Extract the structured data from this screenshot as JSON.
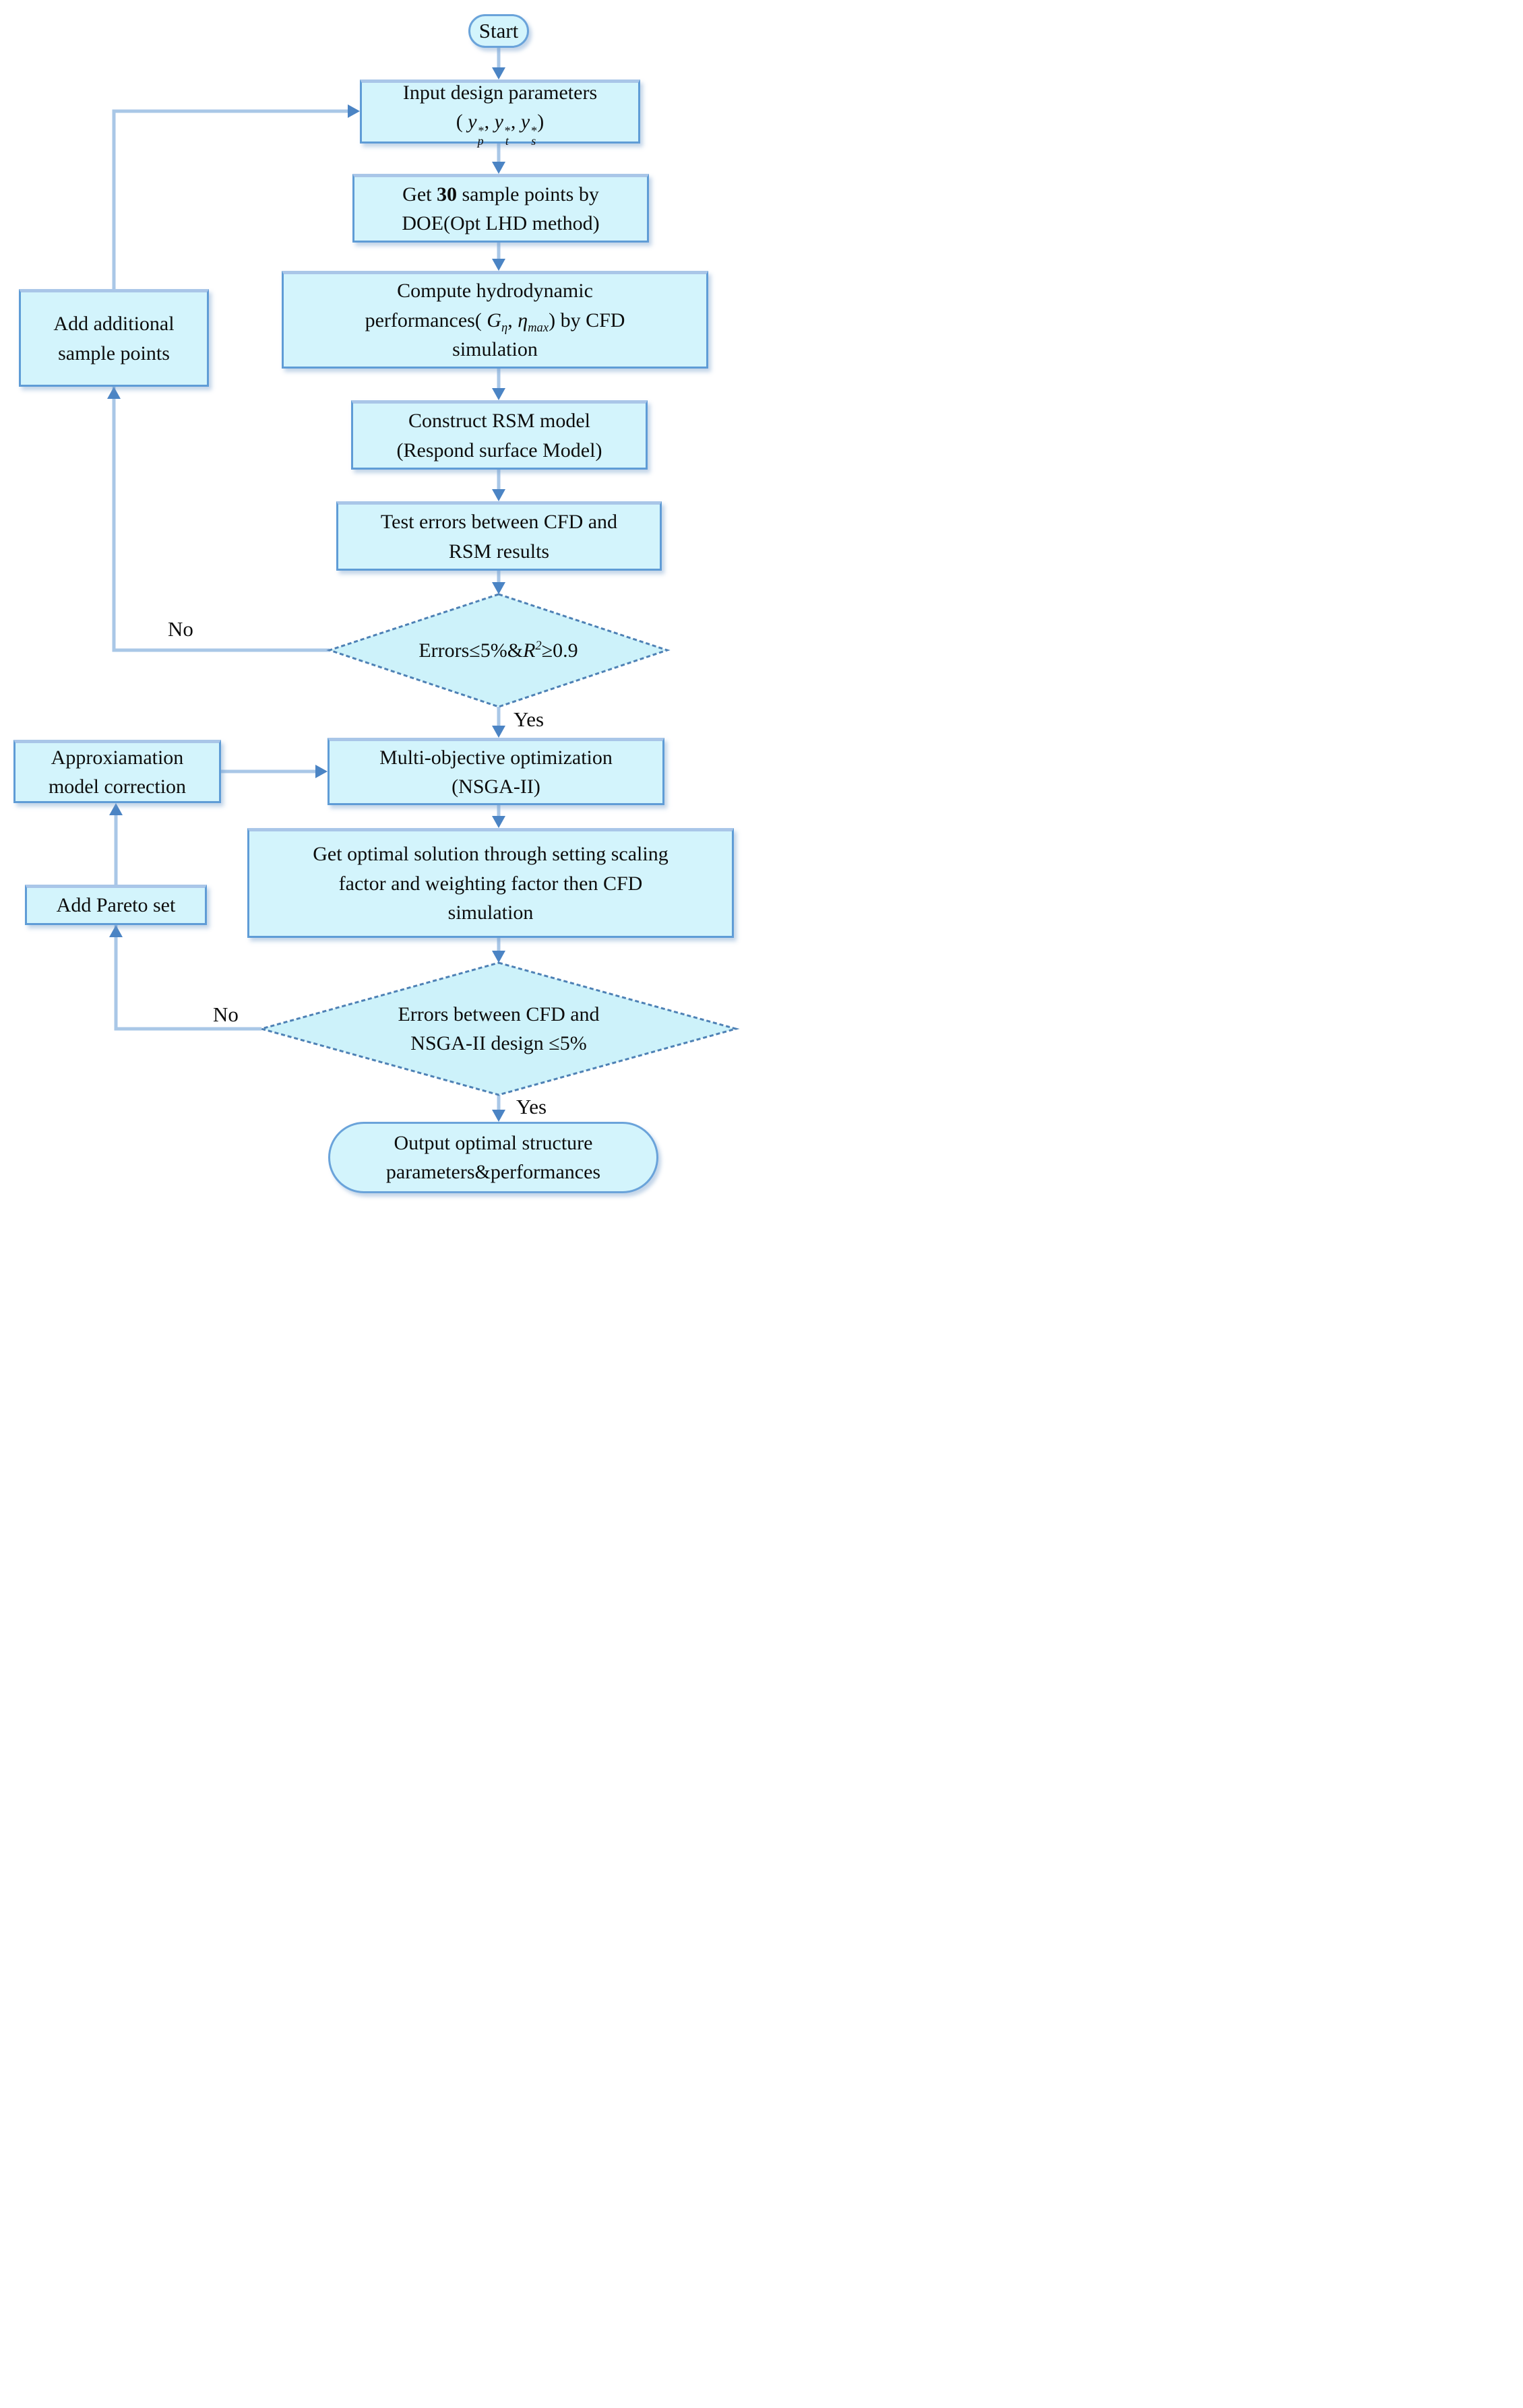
{
  "diagram_title": "Multi-objective hydrodynamic optimization flowchart",
  "colors": {
    "node_fill": "#d3f4fc",
    "node_border": "#5f9cd6",
    "node_border_top": "#a9c6e8",
    "diamond_fill": "#cdf2fa",
    "diamond_border": "#4e81b5",
    "connector_line": "#a9c7e7",
    "arrowhead": "#4b84c4",
    "text": "#0d0d0d"
  },
  "labels": {
    "no1": "No",
    "yes1": "Yes",
    "no2": "No",
    "yes2": "Yes"
  },
  "nodes": {
    "start": {
      "lines": [
        [
          "Start"
        ]
      ]
    },
    "input": {
      "lines": [
        [
          "Input design parameters"
        ],
        [
          "( ",
          {
            "t": "y",
            "i": true,
            "st": [
              "*",
              "p"
            ]
          },
          ", ",
          {
            "t": "y",
            "i": true,
            "st": [
              "*",
              "t"
            ]
          },
          ", ",
          {
            "t": "y",
            "i": true,
            "st": [
              "*",
              "s"
            ]
          },
          ")"
        ]
      ]
    },
    "doe": {
      "lines": [
        [
          "Get ",
          {
            "t": "30",
            "b": true
          },
          " sample points by"
        ],
        [
          "DOE(Opt LHD method)"
        ]
      ]
    },
    "cfd": {
      "lines": [
        [
          "Compute hydrodynamic"
        ],
        [
          "performances( ",
          {
            "t": "G",
            "i": true,
            "sub": "η"
          },
          ", ",
          {
            "t": "η",
            "i": true,
            "sub": "max"
          },
          ") by CFD"
        ],
        [
          "simulation"
        ]
      ]
    },
    "rsm": {
      "lines": [
        [
          "Construct RSM model"
        ],
        [
          "(Respond surface Model)"
        ]
      ]
    },
    "test": {
      "lines": [
        [
          "Test errors between CFD and"
        ],
        [
          "RSM results"
        ]
      ]
    },
    "decision1": {
      "lines": [
        [
          "Errors≤5%&",
          {
            "t": "R",
            "i": true,
            "sup": "2"
          },
          "≥0.9"
        ]
      ]
    },
    "add_samples": {
      "lines": [
        [
          "Add additional"
        ],
        [
          "sample points"
        ]
      ]
    },
    "approx": {
      "lines": [
        [
          "Approxiamation"
        ],
        [
          "model correction"
        ]
      ]
    },
    "nsga": {
      "lines": [
        [
          "Multi-objective optimization"
        ],
        [
          "(NSGA-II)"
        ]
      ]
    },
    "optimal": {
      "lines": [
        [
          "Get optimal solution through setting scaling"
        ],
        [
          "factor and weighting factor then CFD"
        ],
        [
          "simulation"
        ]
      ]
    },
    "pareto": {
      "lines": [
        [
          "Add Pareto set"
        ]
      ]
    },
    "decision2": {
      "lines": [
        [
          "Errors between CFD and"
        ],
        [
          "NSGA-II design ≤5%"
        ]
      ]
    },
    "output": {
      "lines": [
        [
          "Output optimal structure"
        ],
        [
          "parameters&performances"
        ]
      ]
    }
  }
}
